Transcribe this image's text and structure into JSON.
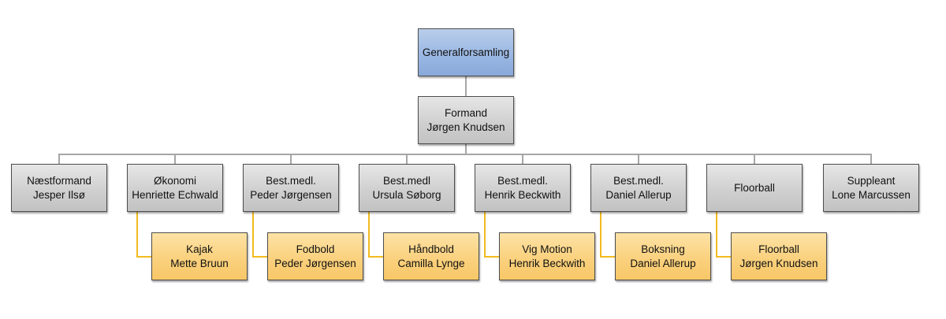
{
  "top": {
    "label": "Generalforsamling"
  },
  "chair": {
    "title": "Formand",
    "name": "Jørgen Knudsen"
  },
  "board": [
    {
      "title": "Næstformand",
      "name": "Jesper Ilsø"
    },
    {
      "title": "Økonomi",
      "name": "Henriette Echwald"
    },
    {
      "title": "Best.medl.",
      "name": "Peder Jørgensen"
    },
    {
      "title": "Best.medl",
      "name": "Ursula Søborg"
    },
    {
      "title": "Best.medl.",
      "name": "Henrik Beckwith"
    },
    {
      "title": "Best.medl.",
      "name": "Daniel Allerup"
    },
    {
      "title": "Floorball",
      "name": ""
    },
    {
      "title": "Suppleant",
      "name": "Lone Marcussen"
    }
  ],
  "departments": [
    {
      "title": "Kajak",
      "name": "Mette Bruun"
    },
    {
      "title": "Fodbold",
      "name": "Peder Jørgensen"
    },
    {
      "title": "Håndbold",
      "name": "Camilla Lynge"
    },
    {
      "title": "Vig Motion",
      "name": "Henrik Beckwith"
    },
    {
      "title": "Boksning",
      "name": "Daniel Allerup"
    },
    {
      "title": "Floorball",
      "name": "Jørgen Knudsen"
    }
  ],
  "colors": {
    "top_fill": "#9bb8e3",
    "board_fill": "#d0d0d0",
    "department_fill": "#fad17e",
    "gray_connector": "#a6a6a6",
    "yellow_connector": "#f2bb1e"
  }
}
